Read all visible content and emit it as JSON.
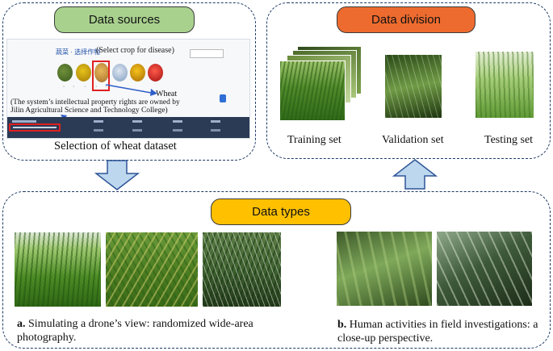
{
  "data_sources": {
    "title": "Data sources",
    "site_header_cn": "蔬菜 · 选择作物",
    "site_header_hint": "(Select crop for disease)",
    "wheat_label": "Wheat",
    "ip_note_line1": "(The system’s intellectual property rights are owned by",
    "ip_note_line2": "Jilin Agricultural Science and Technology College)",
    "caption": "Selection of wheat dataset"
  },
  "data_division": {
    "title": "Data division",
    "sets": [
      {
        "label": "Training set"
      },
      {
        "label": "Validation set"
      },
      {
        "label": "Testing set"
      }
    ]
  },
  "data_types": {
    "title": "Data types",
    "a_prefix": "a.",
    "a_text": " Simulating a drone’s view: randomized wide-area photography.",
    "b_prefix": "b.",
    "b_text": " Human activities in field investigations: a close-up perspective."
  },
  "colors": {
    "green_pill": "#a9d18e",
    "orange_pill": "#ed6b2f",
    "gold_pill": "#ffc000",
    "arrow_fill": "#bdd7ee",
    "arrow_stroke": "#2e5597",
    "dashed_border": "#1f3a66"
  }
}
